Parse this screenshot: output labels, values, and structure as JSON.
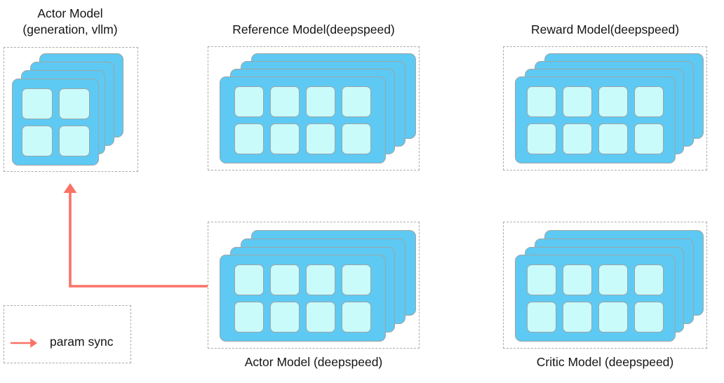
{
  "diagram": {
    "title_hidden": "",
    "accent_arrow_color": "#fa7266",
    "card_color": "#5ec9f3",
    "cell_color": "#c9fbfb",
    "card_border_color": "#9ca6a6",
    "dashed_border_color": "#a9adad"
  },
  "nodes": [
    {
      "id": "actor-vllm",
      "label": "Actor Model\n(generation, vllm)",
      "label_position": "above",
      "cards": 4,
      "grid": "2x2",
      "cells": 4
    },
    {
      "id": "reference",
      "label": "Reference Model(deepspeed)",
      "label_position": "above",
      "cards": 4,
      "grid": "4x2",
      "cells": 8
    },
    {
      "id": "reward",
      "label": "Reward Model(deepspeed)",
      "label_position": "above",
      "cards": 4,
      "grid": "4x2",
      "cells": 8
    },
    {
      "id": "actor-deepspeed",
      "label": "Actor Model (deepspeed)",
      "label_position": "below",
      "cards": 4,
      "grid": "4x2",
      "cells": 8
    },
    {
      "id": "critic",
      "label": "Critic Model (deepspeed)",
      "label_position": "below",
      "cards": 4,
      "grid": "4x2",
      "cells": 8
    }
  ],
  "edges": [
    {
      "id": "param-sync-edge",
      "from": "actor-deepspeed",
      "to": "actor-vllm",
      "kind": "param sync",
      "color": "#fa7266"
    }
  ],
  "legend": {
    "label": "param sync",
    "arrow_color": "#fa7266"
  }
}
